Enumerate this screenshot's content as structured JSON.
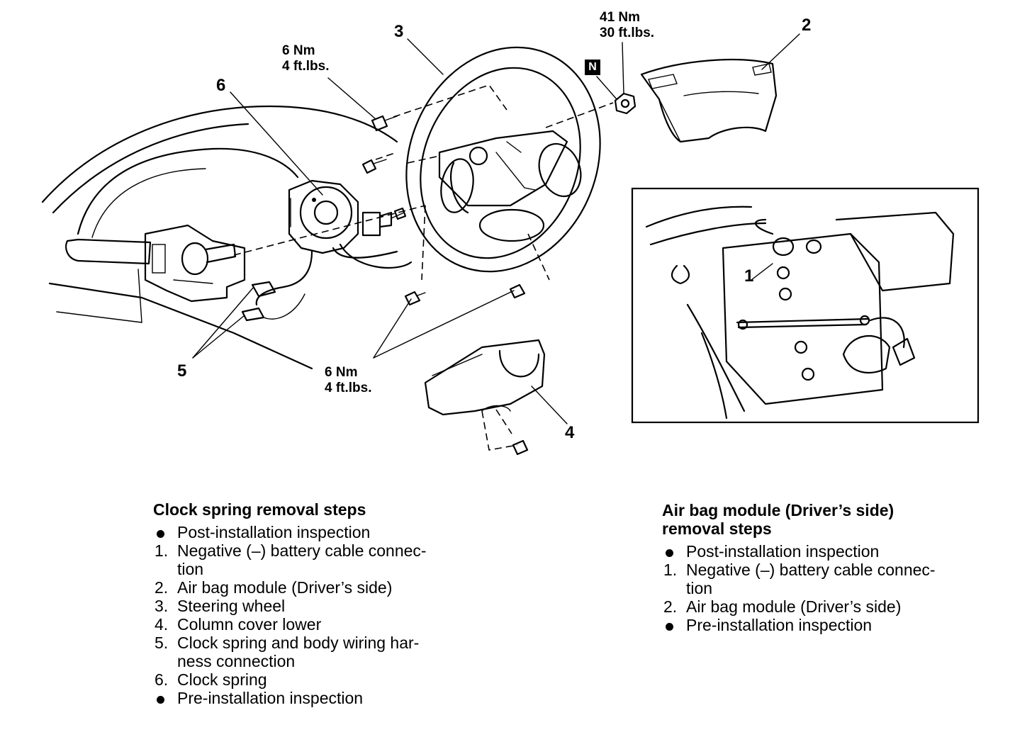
{
  "callouts": {
    "n1": "1",
    "n2": "2",
    "n3": "3",
    "n4": "4",
    "n5": "5",
    "n6": "6"
  },
  "torque_labels": {
    "top_left": {
      "nm": "6 Nm",
      "ftlbs": "4 ft.lbs."
    },
    "top_right": {
      "nm": "41 Nm",
      "ftlbs": "30 ft.lbs."
    },
    "bottom": {
      "nm": "6 Nm",
      "ftlbs": "4 ft.lbs."
    }
  },
  "n_symbol": "N",
  "clock_spring_steps": {
    "title": "Clock spring removal steps",
    "items": [
      {
        "marker": "bullet",
        "text": "Post-installation inspection"
      },
      {
        "marker": "1.",
        "text": "Negative (–) battery cable connec-",
        "text2": "tion"
      },
      {
        "marker": "2.",
        "text": "Air bag module (Driver’s side)"
      },
      {
        "marker": "3.",
        "text": "Steering wheel"
      },
      {
        "marker": "4.",
        "text": "Column cover lower"
      },
      {
        "marker": "5.",
        "text": "Clock spring and body wiring har-",
        "text2": "ness connection"
      },
      {
        "marker": "6.",
        "text": "Clock spring"
      },
      {
        "marker": "bullet",
        "text": "Pre-installation inspection"
      }
    ]
  },
  "air_bag_steps": {
    "title_line1": "Air bag module (Driver’s side)",
    "title_line2": "removal steps",
    "items": [
      {
        "marker": "bullet",
        "text": "Post-installation inspection"
      },
      {
        "marker": "1.",
        "text": "Negative (–) battery cable connec-",
        "text2": "tion"
      },
      {
        "marker": "2.",
        "text": "Air bag module (Driver’s side)"
      },
      {
        "marker": "bullet",
        "text": "Pre-installation inspection"
      }
    ]
  }
}
